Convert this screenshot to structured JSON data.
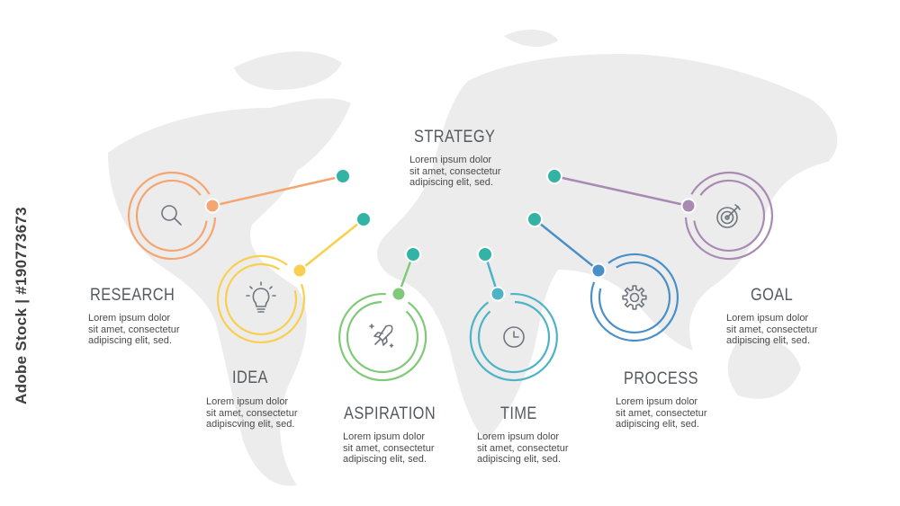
{
  "colors": {
    "strategy": "#33b3a3",
    "research": "#f5a56f",
    "idea": "#f8cf4e",
    "aspiration": "#80c979",
    "time": "#4db4c8",
    "process": "#4a90c8",
    "goal": "#a88ab3",
    "map": "#ebebeb",
    "title": "#555a60",
    "body": "#4a4a4a"
  },
  "strategy": {
    "title": "STRATEGY",
    "lines": [
      "Lorem ipsum dolor",
      "sit amet, consectetur",
      "adipiscing elit, sed."
    ]
  },
  "items": [
    {
      "key": "research",
      "title": "RESEARCH",
      "icon": "magnifier-icon",
      "lines": [
        "Lorem ipsum dolor",
        "sit amet, consectetur",
        "adipiscing elit, sed."
      ]
    },
    {
      "key": "idea",
      "title": "IDEA",
      "icon": "lightbulb-icon",
      "lines": [
        "Lorem ipsum dolor",
        "sit amet, consectetur",
        "adipiscving elit, sed."
      ]
    },
    {
      "key": "aspiration",
      "title": "ASPIRATION",
      "icon": "rocket-icon",
      "lines": [
        "Lorem ipsum dolor",
        "sit amet, consectetur",
        "adipiscing elit, sed."
      ]
    },
    {
      "key": "time",
      "title": "TIME",
      "icon": "clock-icon",
      "lines": [
        "Lorem ipsum dolor",
        "sit amet, consectetur",
        "adipiscing elit, sed."
      ]
    },
    {
      "key": "process",
      "title": "PROCESS",
      "icon": "gear-icon",
      "lines": [
        "Lorem ipsum dolor",
        "sit amet, consectetur",
        "adipiscing elit, sed."
      ]
    },
    {
      "key": "goal",
      "title": "GOAL",
      "icon": "target-icon",
      "lines": [
        "Lorem ipsum dolor",
        "sit amet, consectetur",
        "adipiscing elit, sed."
      ]
    }
  ],
  "watermark": "Adobe Stock | #190773673"
}
